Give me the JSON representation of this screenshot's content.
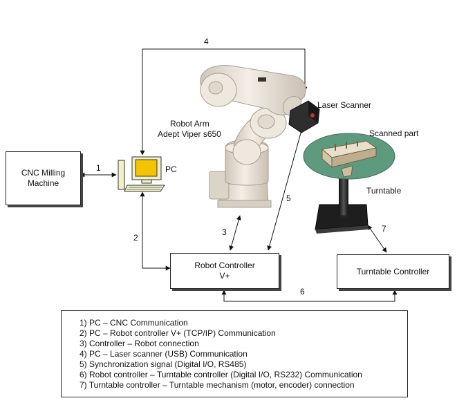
{
  "boxes": {
    "cnc_line1": "CNC Milling",
    "cnc_line2": "Machine",
    "robot_controller_line1": "Robot Controller",
    "robot_controller_line2": "V+",
    "turntable_controller": "Turntable Controller"
  },
  "labels": {
    "pc": "PC",
    "robot_arm_line1": "Robot Arm",
    "robot_arm_line2": "Adept Viper s650",
    "laser_scanner": "Laser Scanner",
    "scanned_part": "Scanned part",
    "turntable": "Turntable"
  },
  "connection_numbers": [
    "1",
    "2",
    "3",
    "4",
    "5",
    "6",
    "7"
  ],
  "legend": [
    "1) PC – CNC Communication",
    "2) PC – Robot controller V+ (TCP/IP) Communication",
    "3) Controller – Robot connection",
    "4) PC –  Laser scanner (USB) Communication",
    "5) Synchronization signal (Digital I/O, RS485)",
    "6) Robot controller – Turntable controller (Digital I/O, RS232) Communication",
    "7) Turntable controller – Turntable mechanism (motor, encoder) connection"
  ],
  "colors": {
    "turntable_disc": "#5e9a7e",
    "monitor_screen": "#f4c400",
    "computer_body": "#f2f0c8",
    "robot_body": "#ece4d9",
    "scanner_body": "#2e2e2e",
    "turntable_base": "#1e1e1e"
  }
}
